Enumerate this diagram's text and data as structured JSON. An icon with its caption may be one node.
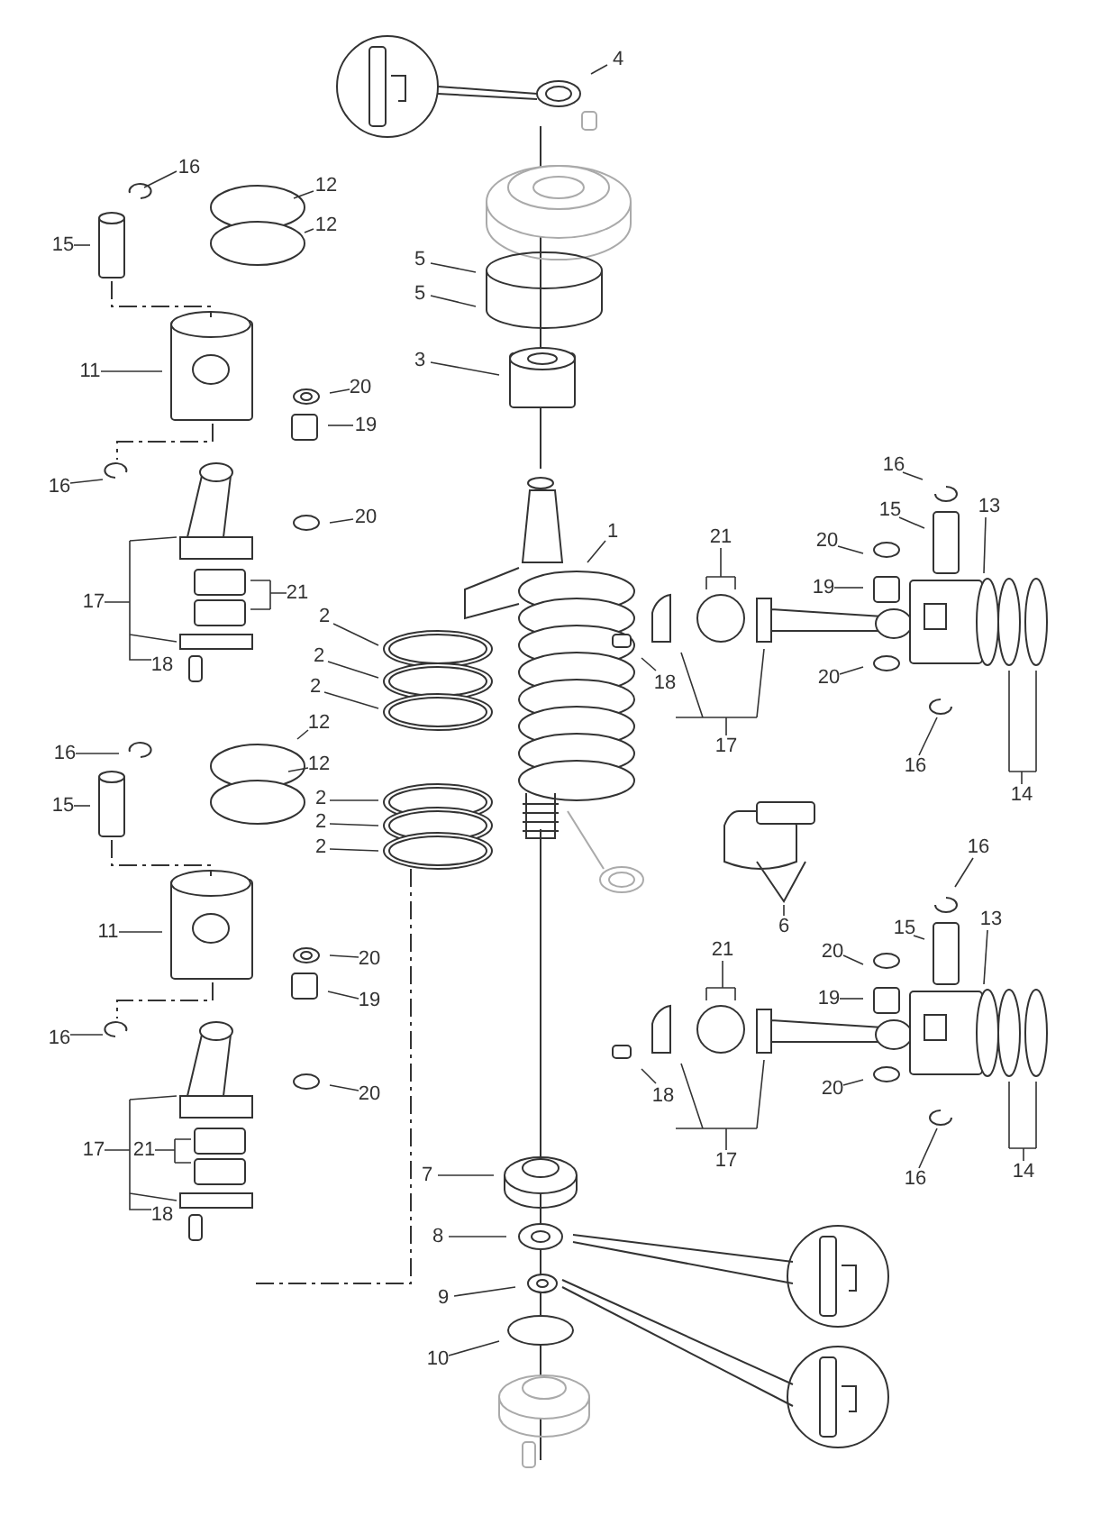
{
  "diagram": {
    "nodes": [
      {
        "text": [
          "4"
        ]
      },
      {
        "text": [
          "5"
        ]
      },
      {
        "text": [
          "5"
        ]
      },
      {
        "text": [
          "3"
        ]
      },
      {
        "text": [
          "16"
        ]
      },
      {
        "text": [
          "12"
        ]
      },
      {
        "text": [
          "12"
        ]
      },
      {
        "text": [
          "15"
        ]
      },
      {
        "text": [
          "11"
        ]
      },
      {
        "text": [
          "20"
        ]
      },
      {
        "text": [
          "19"
        ]
      },
      {
        "text": [
          "16"
        ]
      },
      {
        "text": [
          "20"
        ]
      },
      {
        "text": [
          "1"
        ]
      },
      {
        "text": [
          "16"
        ]
      },
      {
        "text": [
          "15"
        ]
      },
      {
        "text": [
          "13"
        ]
      },
      {
        "text": [
          "21"
        ]
      },
      {
        "text": [
          "20"
        ]
      },
      {
        "text": [
          "19"
        ]
      },
      {
        "text": [
          "17"
        ]
      },
      {
        "text": [
          "21"
        ]
      },
      {
        "text": [
          "2"
        ]
      },
      {
        "text": [
          "2"
        ]
      },
      {
        "text": [
          "2"
        ]
      },
      {
        "text": [
          "18"
        ]
      },
      {
        "text": [
          "18"
        ]
      },
      {
        "text": [
          "20"
        ]
      },
      {
        "text": [
          "17"
        ]
      },
      {
        "text": [
          "16"
        ]
      },
      {
        "text": [
          "14"
        ]
      },
      {
        "text": [
          "16"
        ]
      },
      {
        "text": [
          "12"
        ]
      },
      {
        "text": [
          "2"
        ]
      },
      {
        "text": [
          "12"
        ]
      },
      {
        "text": [
          "2"
        ]
      },
      {
        "text": [
          "2"
        ]
      },
      {
        "text": [
          "15"
        ]
      },
      {
        "text": [
          "6"
        ]
      },
      {
        "text": [
          "11"
        ]
      },
      {
        "text": [
          "16"
        ]
      },
      {
        "text": [
          "13"
        ]
      },
      {
        "text": [
          "21"
        ]
      },
      {
        "text": [
          "20"
        ]
      },
      {
        "text": [
          "15"
        ]
      },
      {
        "text": [
          "20"
        ]
      },
      {
        "text": [
          "19"
        ]
      },
      {
        "text": [
          "19"
        ]
      },
      {
        "text": [
          "16"
        ]
      },
      {
        "text": [
          "20"
        ]
      },
      {
        "text": [
          "20"
        ]
      },
      {
        "text": [
          "18"
        ]
      },
      {
        "text": [
          "17"
        ]
      },
      {
        "text": [
          "21"
        ]
      },
      {
        "text": [
          "17"
        ]
      },
      {
        "text": [
          "16"
        ]
      },
      {
        "text": [
          "14"
        ]
      },
      {
        "text": [
          "18"
        ]
      },
      {
        "text": [
          "7"
        ]
      },
      {
        "text": [
          "8"
        ]
      },
      {
        "text": [
          "9"
        ]
      },
      {
        "text": [
          "10"
        ]
      }
    ],
    "edges": [
      {
        "from": 0,
        "to": null,
        "arrow": "none"
      },
      {
        "from": 1,
        "to": null,
        "arrow": "none"
      },
      {
        "from": 2,
        "to": null,
        "arrow": "none"
      },
      {
        "from": 3,
        "to": null,
        "arrow": "none"
      },
      {
        "from": 4,
        "to": null,
        "arrow": "none"
      },
      {
        "from": 5,
        "to": null,
        "arrow": "none"
      },
      {
        "from": 6,
        "to": null,
        "arrow": "none"
      },
      {
        "from": 7,
        "to": null,
        "arrow": "none"
      },
      {
        "from": 8,
        "to": null,
        "arrow": "none"
      },
      {
        "from": 9,
        "to": null,
        "arrow": "none"
      },
      {
        "from": 10,
        "to": null,
        "arrow": "none"
      },
      {
        "from": 11,
        "to": null,
        "arrow": "none"
      },
      {
        "from": 12,
        "to": null,
        "arrow": "none"
      },
      {
        "from": 13,
        "to": null,
        "arrow": "none"
      },
      {
        "from": 14,
        "to": null,
        "arrow": "none"
      },
      {
        "from": 15,
        "to": null,
        "arrow": "none"
      },
      {
        "from": 16,
        "to": null,
        "arrow": "none"
      },
      {
        "from": 17,
        "to": null,
        "arrow": "none"
      },
      {
        "from": 18,
        "to": null,
        "arrow": "none"
      },
      {
        "from": 19,
        "to": null,
        "arrow": "none"
      },
      {
        "from": 20,
        "to": null,
        "arrow": "none"
      },
      {
        "from": 21,
        "to": null,
        "arrow": "none"
      },
      {
        "from": 22,
        "to": null,
        "arrow": "none"
      },
      {
        "from": 23,
        "to": null,
        "arrow": "none"
      },
      {
        "from": 24,
        "to": null,
        "arrow": "none"
      },
      {
        "from": 25,
        "to": null,
        "arrow": "none"
      },
      {
        "from": 26,
        "to": null,
        "arrow": "none"
      },
      {
        "from": 27,
        "to": null,
        "arrow": "none"
      },
      {
        "from": 28,
        "to": null,
        "arrow": "none"
      },
      {
        "from": 29,
        "to": null,
        "arrow": "none"
      },
      {
        "from": 30,
        "to": null,
        "arrow": "none"
      },
      {
        "from": 31,
        "to": null,
        "arrow": "none"
      },
      {
        "from": 32,
        "to": null,
        "arrow": "none"
      },
      {
        "from": 33,
        "to": null,
        "arrow": "none"
      },
      {
        "from": 34,
        "to": null,
        "arrow": "none"
      },
      {
        "from": 35,
        "to": null,
        "arrow": "none"
      },
      {
        "from": 36,
        "to": null,
        "arrow": "none"
      },
      {
        "from": 37,
        "to": null,
        "arrow": "none"
      },
      {
        "from": 38,
        "to": null,
        "arrow": "none"
      },
      {
        "from": 39,
        "to": null,
        "arrow": "none"
      },
      {
        "from": 40,
        "to": null,
        "arrow": "none"
      },
      {
        "from": 41,
        "to": null,
        "arrow": "none"
      },
      {
        "from": 42,
        "to": null,
        "arrow": "none"
      },
      {
        "from": 43,
        "to": null,
        "arrow": "none"
      },
      {
        "from": 44,
        "to": null,
        "arrow": "none"
      },
      {
        "from": 45,
        "to": null,
        "arrow": "none"
      },
      {
        "from": 46,
        "to": null,
        "arrow": "none"
      },
      {
        "from": 47,
        "to": null,
        "arrow": "none"
      },
      {
        "from": 48,
        "to": null,
        "arrow": "none"
      },
      {
        "from": 49,
        "to": null,
        "arrow": "none"
      },
      {
        "from": 50,
        "to": null,
        "arrow": "none"
      },
      {
        "from": 51,
        "to": null,
        "arrow": "none"
      },
      {
        "from": 52,
        "to": null,
        "arrow": "none"
      },
      {
        "from": 53,
        "to": null,
        "arrow": "none"
      },
      {
        "from": 54,
        "to": null,
        "arrow": "none"
      },
      {
        "from": 55,
        "to": null,
        "arrow": "none"
      },
      {
        "from": 56,
        "to": null,
        "arrow": "none"
      },
      {
        "from": 57,
        "to": null,
        "arrow": "none"
      },
      {
        "from": 58,
        "to": null,
        "arrow": "none"
      },
      {
        "from": 59,
        "to": null,
        "arrow": "none"
      },
      {
        "from": 60,
        "to": null,
        "arrow": "none"
      },
      {
        "from": 61,
        "to": null,
        "arrow": "none"
      }
    ]
  }
}
